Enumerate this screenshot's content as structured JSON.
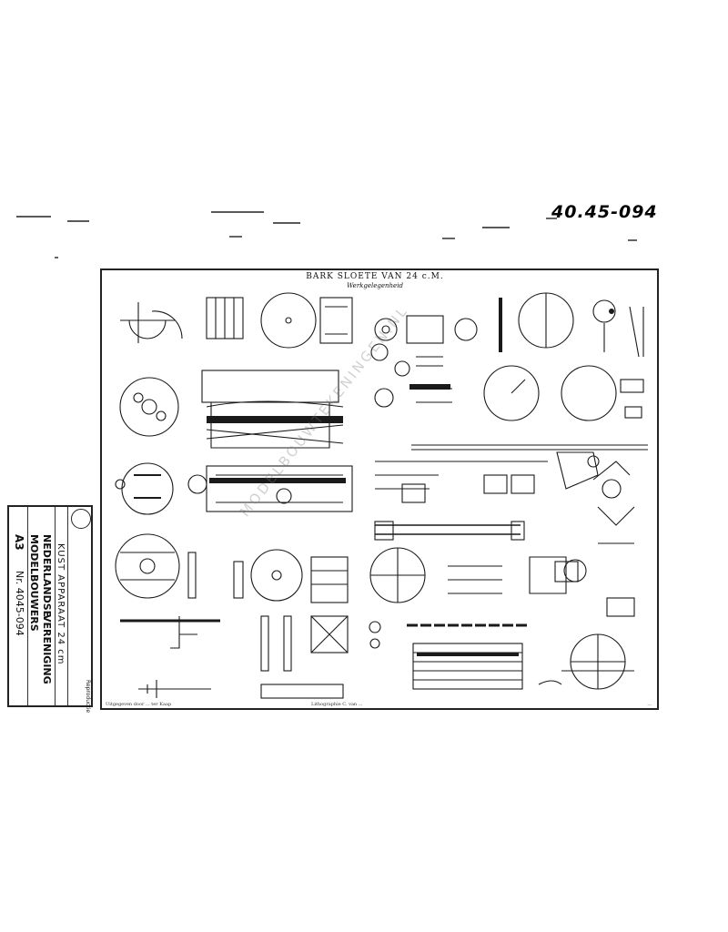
{
  "archive_number": "40.45-094",
  "sheet": {
    "title": "BARK SLOETE VAN 24 c.M.",
    "subtitle": "Werkgelegenheid",
    "footer_left": "Uitgegeven door ... ter Kaap",
    "footer_center": "Lithographie C. van ...",
    "footer_right": "... ",
    "watermark": "MODELBOUWTEKENINGEN.NL"
  },
  "title_block": {
    "label": "Reproductie",
    "drawing_title": "KUST APPARAAT  24 cm",
    "org_line1": "NEDERLANDSE",
    "org_line2": "VERENIGING",
    "org_line3": "MODELBOUWERS",
    "size": "A3",
    "number": "Nr. 4045-094"
  }
}
